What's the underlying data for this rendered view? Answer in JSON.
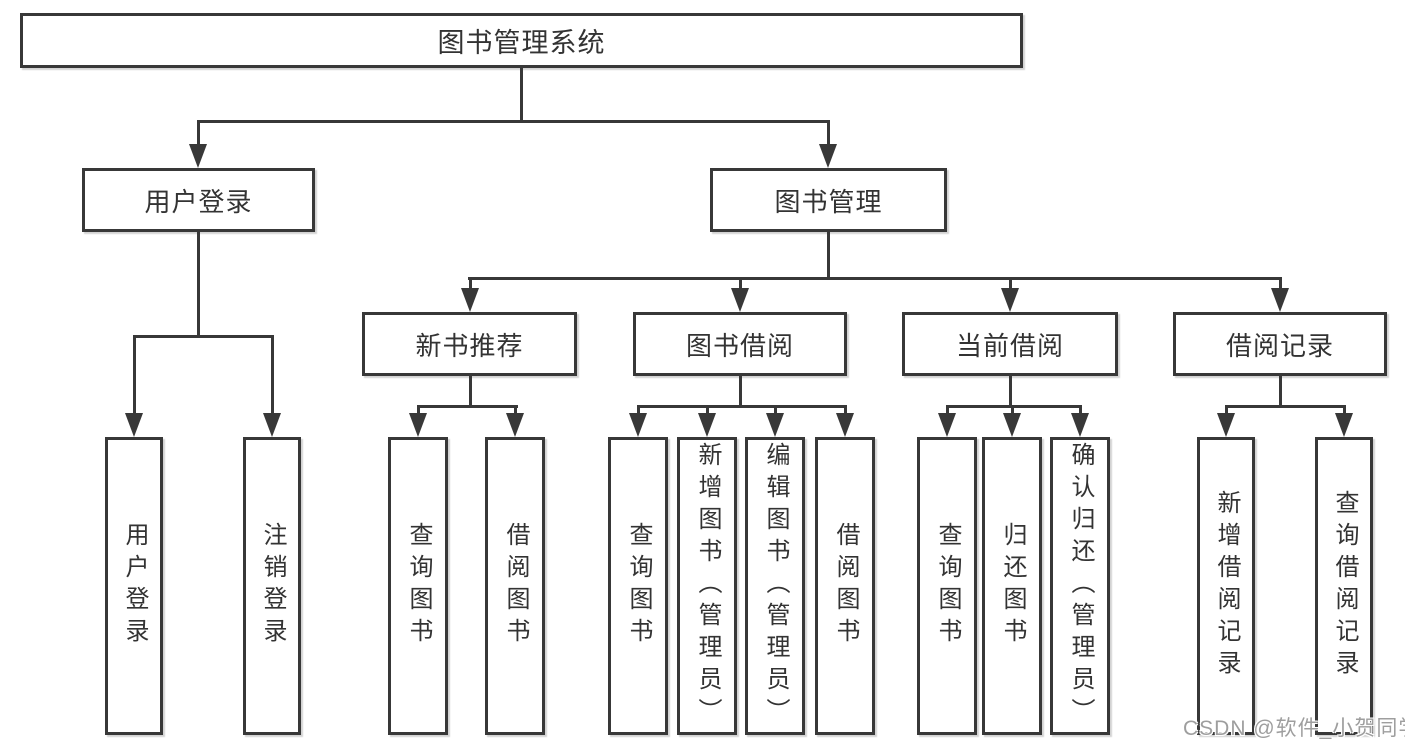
{
  "diagram": {
    "title": "图书管理系统",
    "level1": {
      "user_login": "用户登录",
      "book_management": "图书管理"
    },
    "level2": {
      "new_book_recommend": "新书推荐",
      "book_borrow": "图书借阅",
      "current_borrow": "当前借阅",
      "borrow_record": "借阅记录"
    },
    "leaves": {
      "user_login": [
        "用户登录",
        "注销登录"
      ],
      "new_book_recommend": [
        "查询图书",
        "借阅图书"
      ],
      "book_borrow": [
        "查询图书",
        "新增图书（管理员）",
        "编辑图书（管理员）",
        "借阅图书"
      ],
      "current_borrow": [
        "查询图书",
        "归还图书",
        "确认归还（管理员）"
      ],
      "borrow_record": [
        "新增借阅记录",
        "查询借阅记录"
      ]
    }
  },
  "watermark": "CSDN @软件_小贺同学",
  "colors": {
    "line": "#383838",
    "text": "#333333",
    "watermark_gray": "#9e9e9e",
    "background": "#ffffff"
  }
}
